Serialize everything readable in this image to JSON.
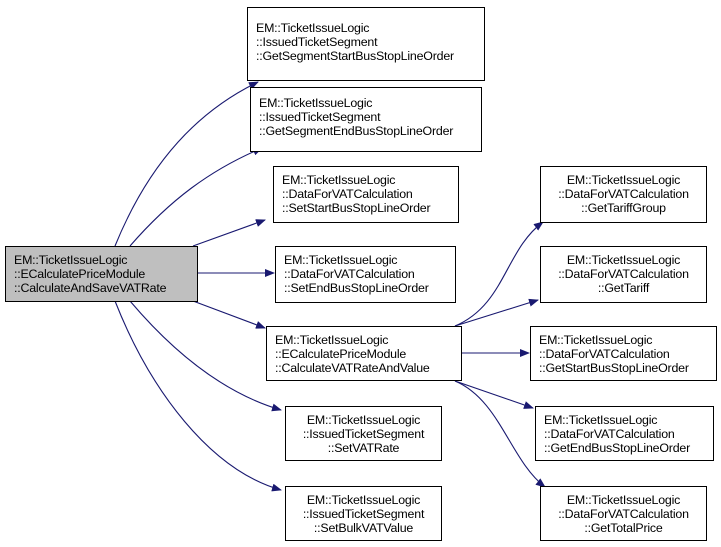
{
  "graph": {
    "title": "Call graph of EM::TicketIssueLogic::ECalculatePriceModule::CalculateAndSaveVATRate",
    "edge_color": "#191970",
    "root_fill": "#bfbfbf",
    "nodes": {
      "root": {
        "lines": [
          "EM::TicketIssueLogic",
          "::ECalculatePriceModule",
          "::CalculateAndSaveVATRate"
        ],
        "highlighted": true
      },
      "seg_start": {
        "lines": [
          "EM::TicketIssueLogic",
          "::IssuedTicketSegment",
          "::GetSegmentStartBusStopLineOrder"
        ]
      },
      "seg_end": {
        "lines": [
          "EM::TicketIssueLogic",
          "::IssuedTicketSegment",
          "::GetSegmentEndBusStopLineOrder"
        ]
      },
      "set_start": {
        "lines": [
          "EM::TicketIssueLogic",
          "::DataForVATCalculation",
          "::SetStartBusStopLineOrder"
        ]
      },
      "set_end": {
        "lines": [
          "EM::TicketIssueLogic",
          "::DataForVATCalculation",
          "::SetEndBusStopLineOrder"
        ]
      },
      "calc_vat": {
        "lines": [
          "EM::TicketIssueLogic",
          "::ECalculatePriceModule",
          "::CalculateVATRateAndValue"
        ]
      },
      "set_vat_rate": {
        "lines": [
          "EM::TicketIssueLogic",
          "::IssuedTicketSegment",
          "::SetVATRate"
        ]
      },
      "set_bulk_vat": {
        "lines": [
          "EM::TicketIssueLogic",
          "::IssuedTicketSegment",
          "::SetBulkVATValue"
        ]
      },
      "get_tariff_group": {
        "lines": [
          "EM::TicketIssueLogic",
          "::DataForVATCalculation",
          "::GetTariffGroup"
        ]
      },
      "get_tariff": {
        "lines": [
          "EM::TicketIssueLogic",
          "::DataForVATCalculation",
          "::GetTariff"
        ]
      },
      "get_start_bus": {
        "lines": [
          "EM::TicketIssueLogic",
          "::DataForVATCalculation",
          "::GetStartBusStopLineOrder"
        ]
      },
      "get_end_bus": {
        "lines": [
          "EM::TicketIssueLogic",
          "::DataForVATCalculation",
          "::GetEndBusStopLineOrder"
        ]
      },
      "get_total_price": {
        "lines": [
          "EM::TicketIssueLogic",
          "::DataForVATCalculation",
          "::GetTotalPrice"
        ]
      }
    },
    "edges": [
      {
        "from": "root",
        "to": "seg_start"
      },
      {
        "from": "root",
        "to": "seg_end"
      },
      {
        "from": "root",
        "to": "set_start"
      },
      {
        "from": "root",
        "to": "set_end"
      },
      {
        "from": "root",
        "to": "calc_vat"
      },
      {
        "from": "root",
        "to": "set_vat_rate"
      },
      {
        "from": "root",
        "to": "set_bulk_vat"
      },
      {
        "from": "calc_vat",
        "to": "get_tariff_group"
      },
      {
        "from": "calc_vat",
        "to": "get_tariff"
      },
      {
        "from": "calc_vat",
        "to": "get_start_bus"
      },
      {
        "from": "calc_vat",
        "to": "get_end_bus"
      },
      {
        "from": "calc_vat",
        "to": "get_total_price"
      }
    ]
  }
}
